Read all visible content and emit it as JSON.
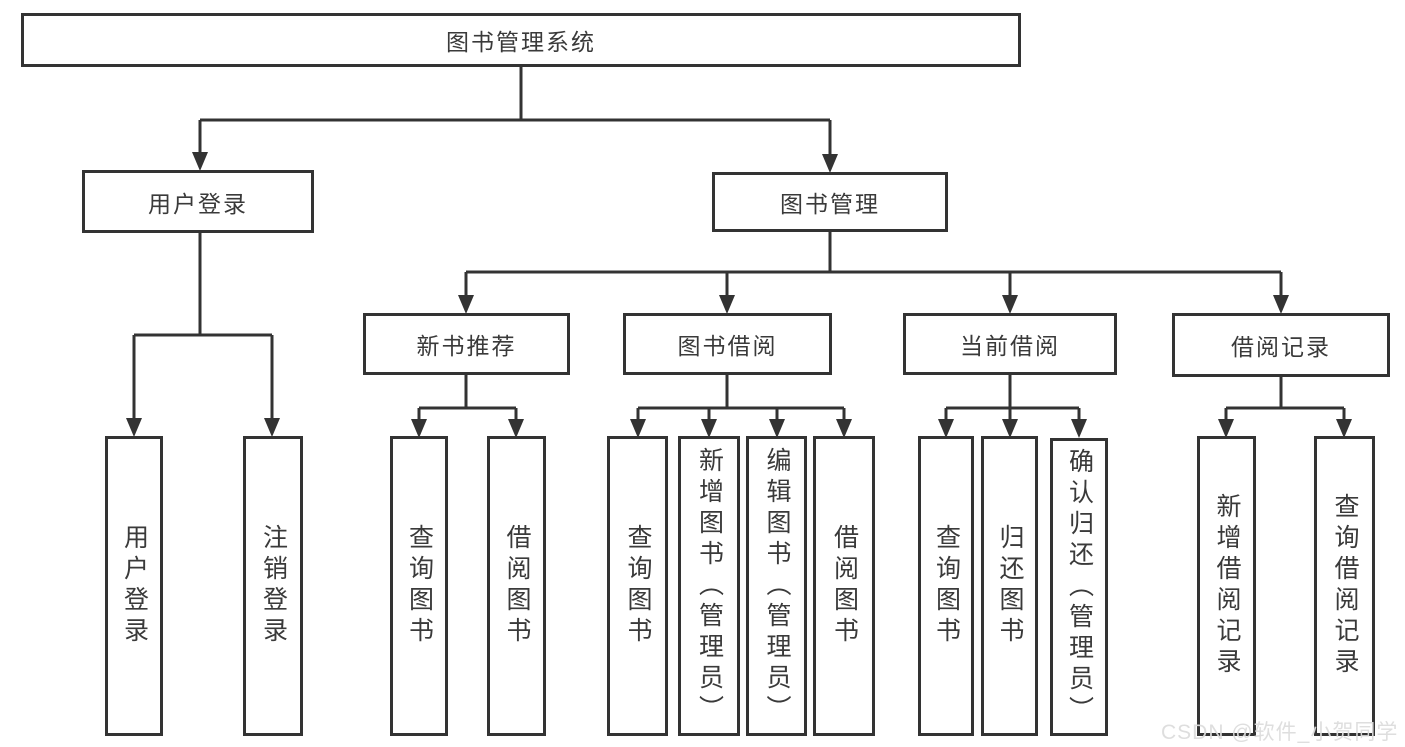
{
  "colors": {
    "line": "#333333",
    "text": "#3a3a3a",
    "watermark": "#dcdcdc",
    "background": "#ffffff"
  },
  "watermark": {
    "text": "CSDN @软件_小贺同学"
  },
  "nodes": {
    "root": "图书管理系统",
    "user_login": "用户登录",
    "book_mgmt": "图书管理",
    "new_book_rec": "新书推荐",
    "book_borrow": "图书借阅",
    "current_borrow": "当前借阅",
    "borrow_records": "借阅记录",
    "leaf_user_login": "用户登录",
    "leaf_logout": "注销登录",
    "leaf_query_books_1": "查询图书",
    "leaf_borrow_books_1": "借阅图书",
    "leaf_query_books_2": "查询图书",
    "leaf_add_book": "新增图书（管理员）",
    "leaf_edit_book": "编辑图书（管理员）",
    "leaf_borrow_books_2": "借阅图书",
    "leaf_query_books_3": "查询图书",
    "leaf_return_book": "归还图书",
    "leaf_confirm_return": "确认归还（管理员）",
    "leaf_add_borrow_record": "新增借阅记录",
    "leaf_query_borrow_record": "查询借阅记录"
  }
}
